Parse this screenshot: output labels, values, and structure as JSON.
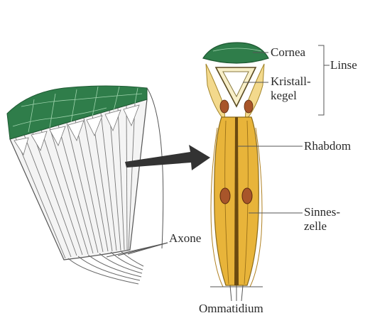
{
  "figure": {
    "labels": {
      "cornea": "Cornea",
      "linse": "Linse",
      "kristallkegel_line1": "Kristall-",
      "kristallkegel_line2": "kegel",
      "rhabdom": "Rhabdom",
      "sinneszelle_line1": "Sinnes-",
      "sinneszelle_line2": "zelle",
      "axone": "Axone",
      "ommatidium": "Ommatidium"
    },
    "colors": {
      "cornea_green": "#2f7d4a",
      "cell_yellow": "#e8b43a",
      "cell_light": "#f3d98c",
      "nucleus_brown": "#a8552a",
      "line_gray": "#555555",
      "arrow_dark": "#333333"
    }
  }
}
